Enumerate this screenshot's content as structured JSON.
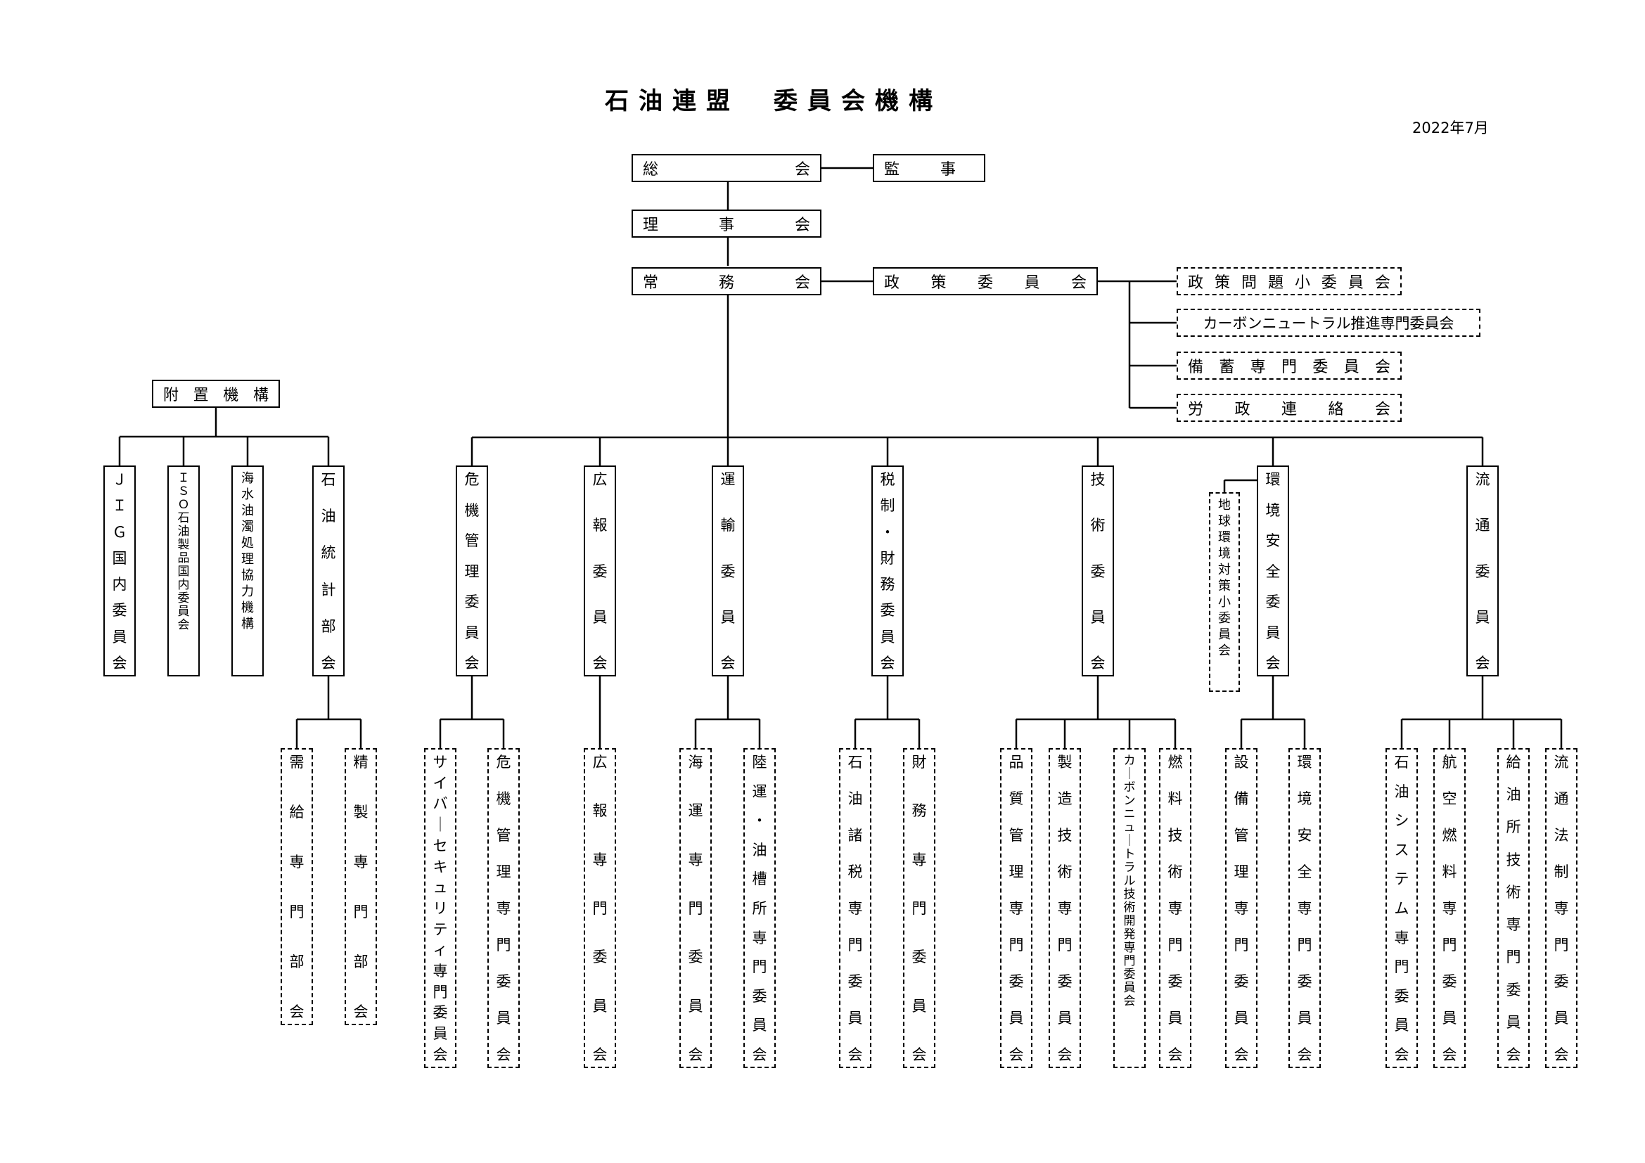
{
  "title": "石油連盟　委員会機構",
  "date": "2022年7月",
  "top": {
    "soukai": "総会",
    "kanji": "監事",
    "rijikai": "理事会",
    "jomukai": "常務会",
    "seisaku": "政策委員会",
    "fuchi": "附置機構"
  },
  "policy_subs": [
    "政策問題小委員会",
    "カーボンニュートラル推進専門委員会",
    "備蓄専門委員会",
    "労政連絡会"
  ],
  "annex": [
    "ＪＩＧ国内委員会",
    "ＩＳＯ石油製品国内委員会",
    "海水油濁処理協力機構",
    "石油統計部会"
  ],
  "committees": [
    "危機管理委員会",
    "広報委員会",
    "運輸委員会",
    "税制・財務委員会",
    "技術委員会",
    "環境安全委員会",
    "流通委員会"
  ],
  "env_sub": "地球環境対策小委員会",
  "subs": {
    "stats": [
      "需給専門部会",
      "精製専門部会"
    ],
    "crisis": [
      "サイバーセキュリティ専門委員会",
      "危機管理専門委員会"
    ],
    "pr": [
      "広報専門委員会"
    ],
    "transport": [
      "海運専門委員会",
      "陸運・油槽所専門委員会"
    ],
    "tax": [
      "石油諸税専門委員会",
      "財務専門委員会"
    ],
    "tech": [
      "品質管理専門委員会",
      "製造技術専門委員会",
      "カーボンニュートラル技術開発専門委員会",
      "燃料技術専門委員会"
    ],
    "env": [
      "設備管理専門委員会",
      "環境安全専門委員会"
    ],
    "dist": [
      "石油システム専門委員会",
      "航空燃料専門委員会",
      "給油所技術専門委員会",
      "流通法制専門委員会"
    ]
  }
}
